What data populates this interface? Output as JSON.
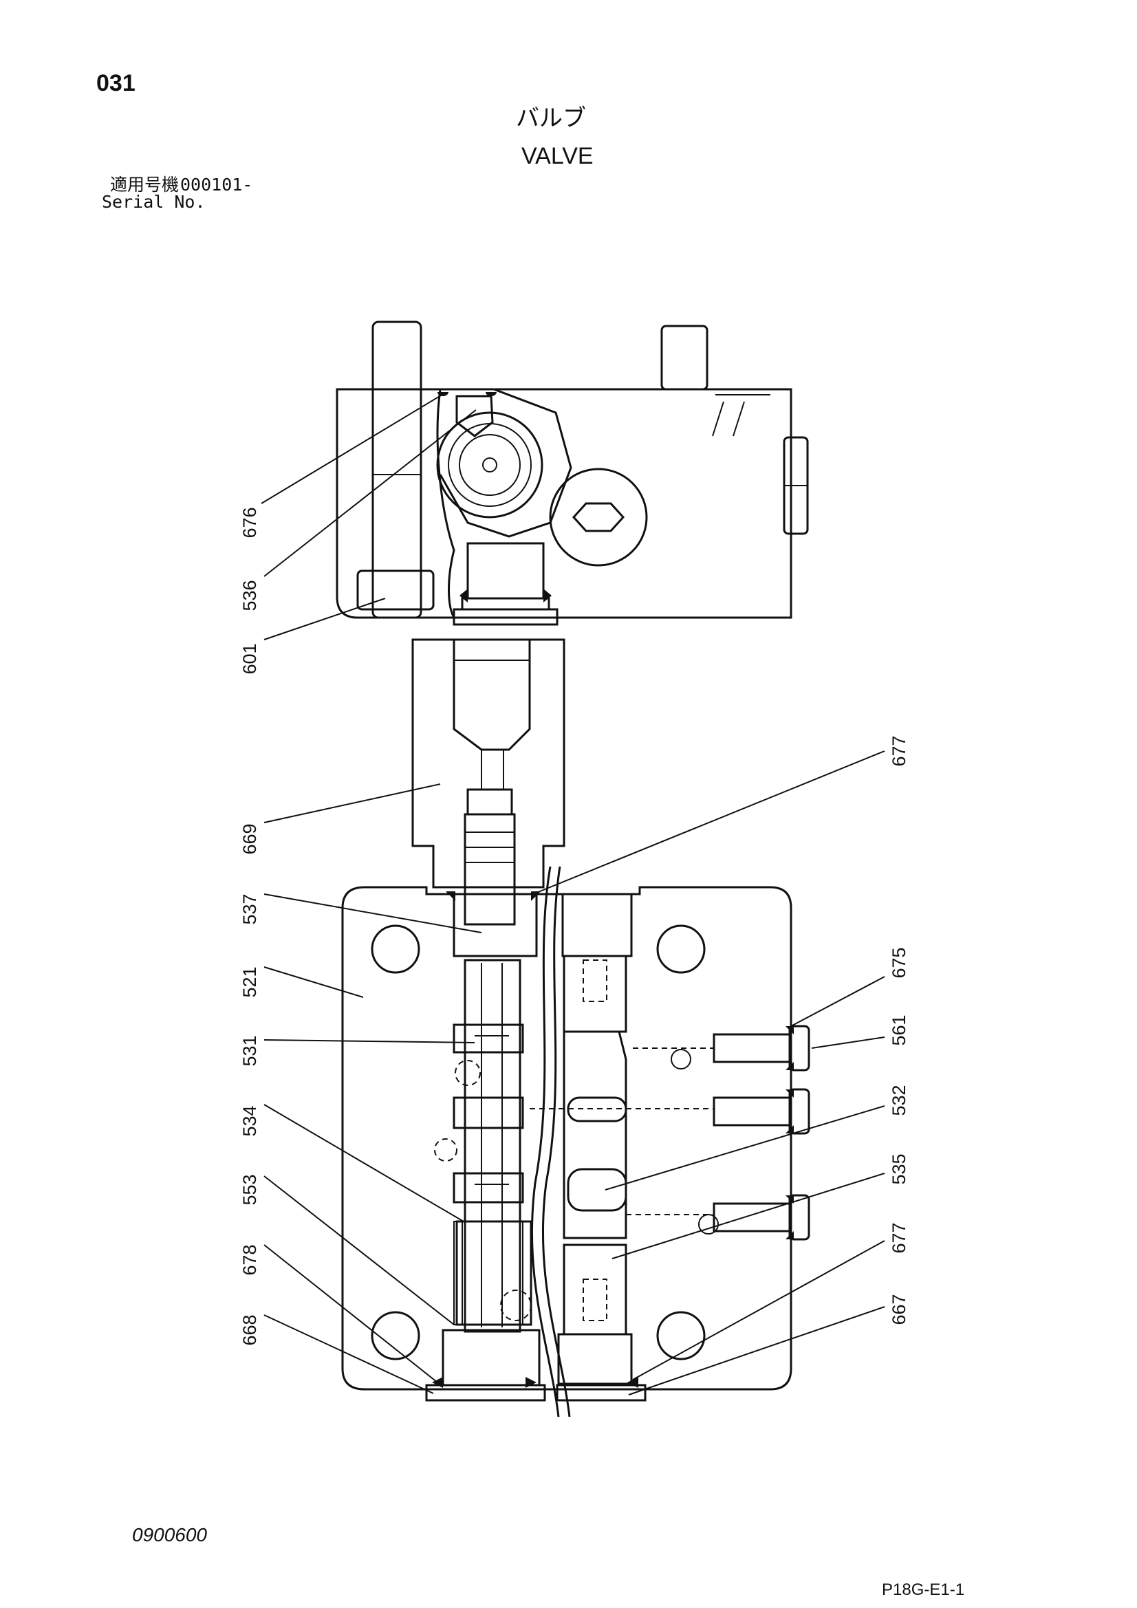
{
  "header": {
    "page_number": "031",
    "title_jp": "バルブ",
    "title_en": "VALVE",
    "serial_label_jp": "適用号機",
    "serial_value": "000101-",
    "serial_label_en": "Serial No."
  },
  "footer": {
    "doc_code": "0900600",
    "sheet_id": "P18G-E1-1"
  },
  "callouts": {
    "left": [
      "676",
      "536",
      "601",
      "669",
      "537",
      "521",
      "531",
      "534",
      "553",
      "678",
      "668"
    ],
    "right": [
      "677",
      "675",
      "561",
      "532",
      "535",
      "677",
      "667"
    ]
  }
}
